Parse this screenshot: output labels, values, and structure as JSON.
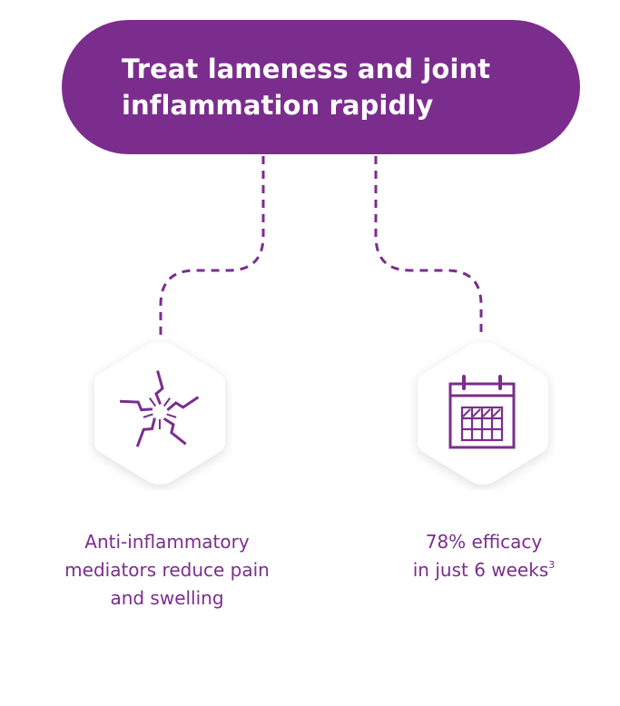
{
  "headline": {
    "line1": "Treat lameness and joint",
    "line2": "inflammation rapidly"
  },
  "benefits": [
    {
      "icon": "pain-burst-icon",
      "caption_lines": [
        "Anti-inflammatory",
        "mediators reduce pain",
        "and swelling"
      ]
    },
    {
      "icon": "calendar-icon",
      "caption_line1": "78% efficacy",
      "caption_line2": "in just 6 weeks",
      "footnote": "3"
    }
  ],
  "colors": {
    "brand_purple": "#7b2d8e",
    "badge_fill": "#ffffff",
    "text_light": "#ffffff"
  }
}
